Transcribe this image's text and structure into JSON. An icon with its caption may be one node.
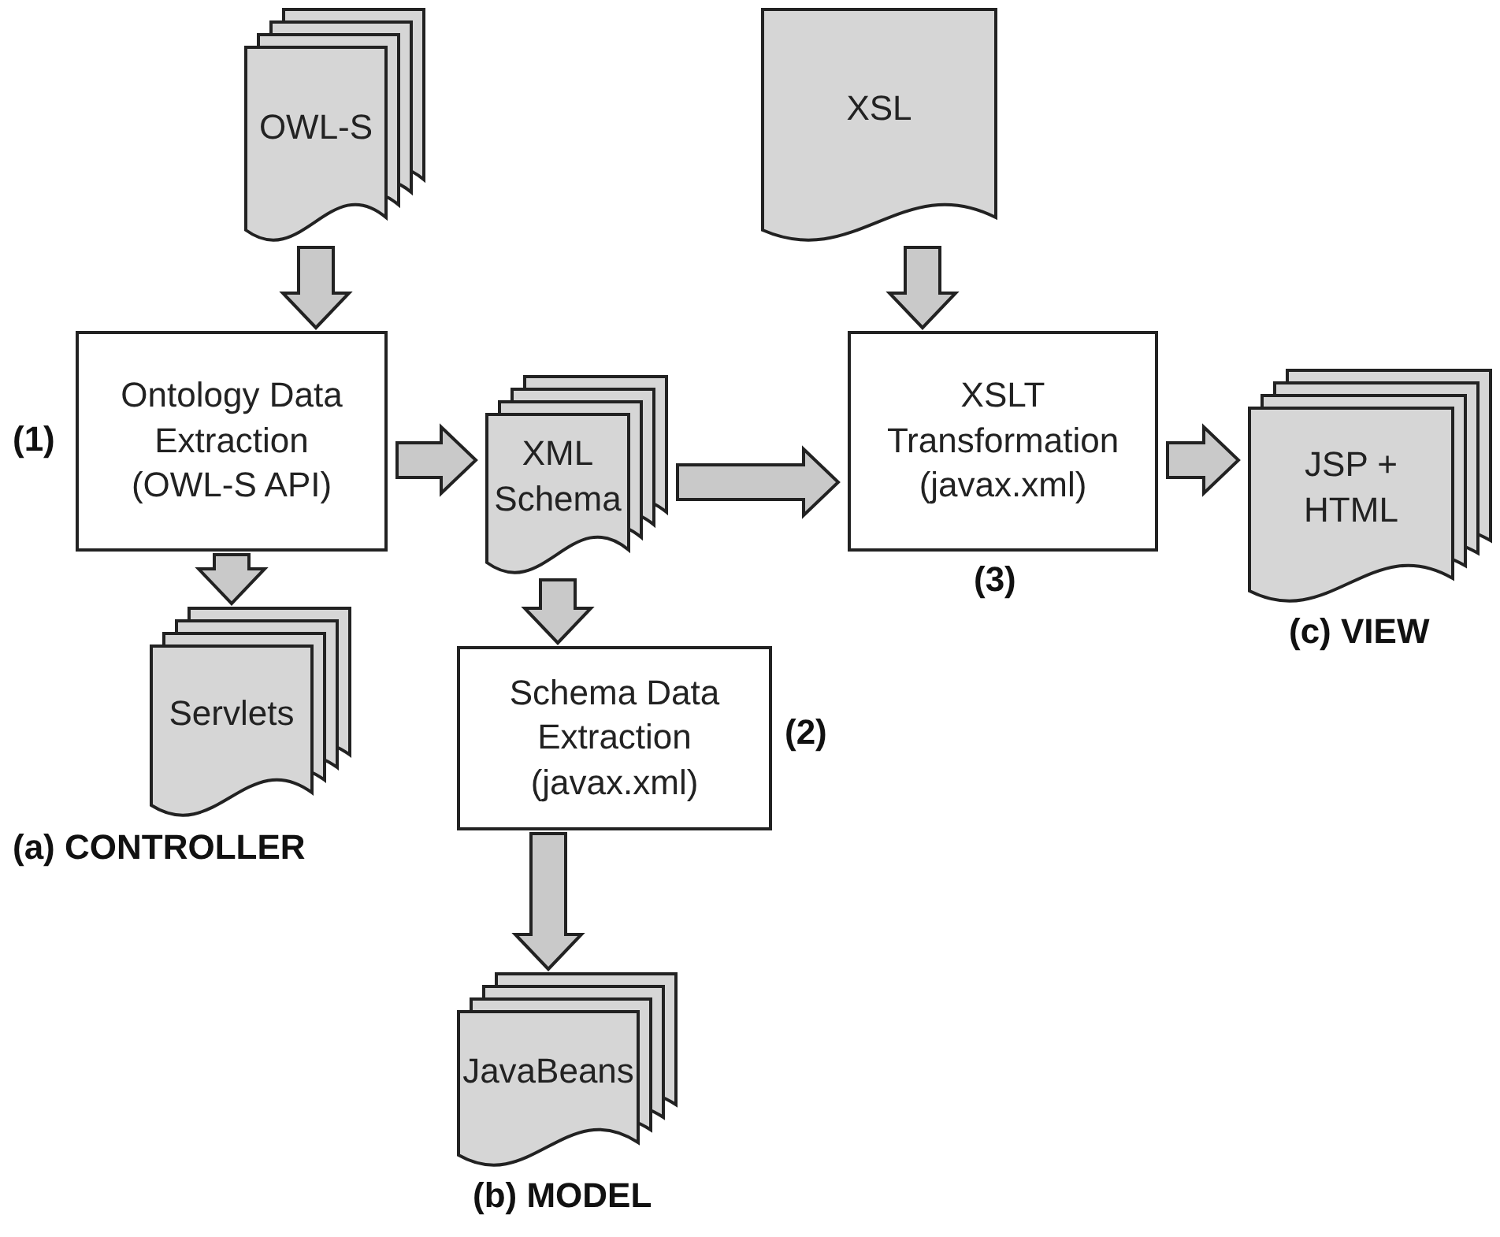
{
  "diagram": {
    "nodes": [
      {
        "text": [
          "OWL-S"
        ]
      },
      {
        "text": [
          "XSL"
        ]
      },
      {
        "text": [
          "Ontology Data Extraction (OWL-S API)"
        ],
        "beside": [
          "(1)"
        ]
      },
      {
        "text": [
          "XML Schema"
        ]
      },
      {
        "text": [
          "XSLT Transformation (javax.xml)"
        ],
        "beside": [
          "(3)"
        ]
      },
      {
        "text": [
          "JSP + HTML"
        ],
        "beside": [
          "(c) VIEW"
        ]
      },
      {
        "text": [
          "Servlets"
        ],
        "beside": [
          "(a) CONTROLLER"
        ]
      },
      {
        "text": [
          "Schema Data Extraction (javax.xml)"
        ],
        "beside": [
          "(2)"
        ]
      },
      {
        "text": [
          "JavaBeans"
        ],
        "beside": [
          "(b) MODEL"
        ]
      }
    ],
    "edges": [
      {
        "from": 0,
        "to": 2,
        "arrow": "to",
        "style": "thick"
      },
      {
        "from": 1,
        "to": 4,
        "arrow": "to",
        "style": "thick"
      },
      {
        "from": 2,
        "to": 3,
        "arrow": "to",
        "style": "thick"
      },
      {
        "from": 3,
        "to": 4,
        "arrow": "to",
        "style": "thick"
      },
      {
        "from": 4,
        "to": 5,
        "arrow": "to",
        "style": "thick"
      },
      {
        "from": 2,
        "to": 6,
        "arrow": "to",
        "style": "thick"
      },
      {
        "from": 3,
        "to": 7,
        "arrow": "to",
        "style": "thick"
      },
      {
        "from": 7,
        "to": 8,
        "arrow": "to",
        "style": "thick"
      }
    ]
  }
}
